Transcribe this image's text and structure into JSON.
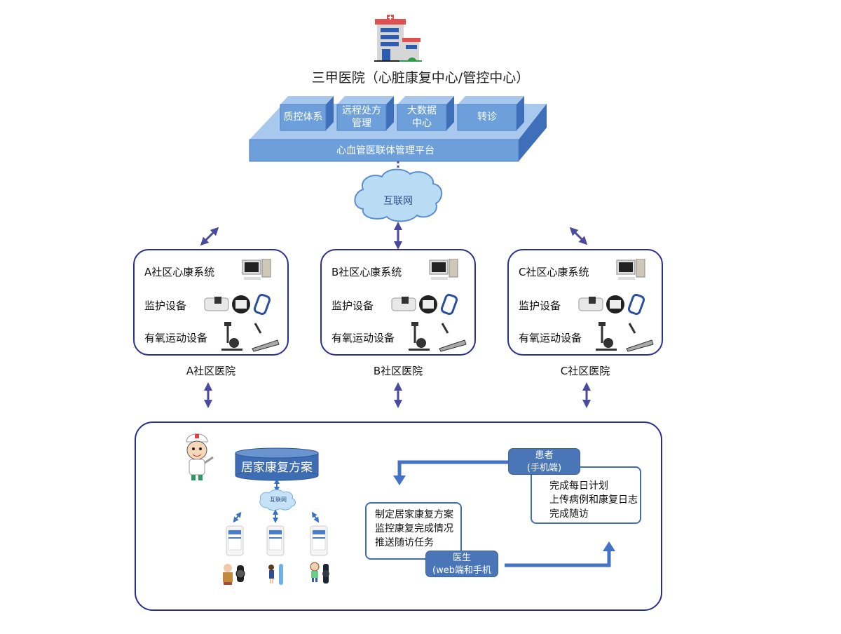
{
  "hospital": {
    "icon": "hospital-building-icon",
    "title": "三甲医院（心脏康复中心/管控中心）",
    "modules": [
      {
        "line1": "质控体系",
        "line2": ""
      },
      {
        "line1": "远程处方",
        "line2": "管理"
      },
      {
        "line1": "大数据",
        "line2": "中心"
      },
      {
        "line1": "转诊",
        "line2": ""
      }
    ],
    "platform": "心血管医联体管理平台"
  },
  "internet": {
    "label": "互联网",
    "icon": "cloud-icon"
  },
  "communities": [
    {
      "system": "A社区心康系统",
      "monitor": "监护设备",
      "exercise": "有氧运动设备",
      "name": "A社区医院"
    },
    {
      "system": "B社区心康系统",
      "monitor": "监护设备",
      "exercise": "有氧运动设备",
      "name": "B社区医院"
    },
    {
      "system": "C社区心康系统",
      "monitor": "监护设备",
      "exercise": "有氧运动设备",
      "name": "C社区医院"
    }
  ],
  "home": {
    "plan": "居家康复方案",
    "internet_small": "互联网",
    "doctor_icon": "cartoon-doctor-icon",
    "patients": [
      {
        "icon": "elderly-patient-icon",
        "device": "watch-icon"
      },
      {
        "icon": "woman-patient-icon",
        "device": "band-icon"
      },
      {
        "icon": "child-patient-icon",
        "device": "watch-icon"
      }
    ],
    "patient_role": {
      "title": "患者",
      "subtitle": "(手机端)"
    },
    "patient_tasks": [
      "完成每日计划",
      "上传病例和康复日志",
      "完成随访"
    ],
    "doctor_role": {
      "title": "医生",
      "subtitle": "(web端和手机端)"
    },
    "doctor_tasks": [
      "制定居家康复方案",
      "监控康复完成情况",
      "推送随访任务"
    ]
  },
  "colors": {
    "accent_blue": "#2a2f8f",
    "platform_blue": "#6a9ad6",
    "role_blue": "#4a76b8",
    "cloud_blue": "#b9dcf5"
  }
}
